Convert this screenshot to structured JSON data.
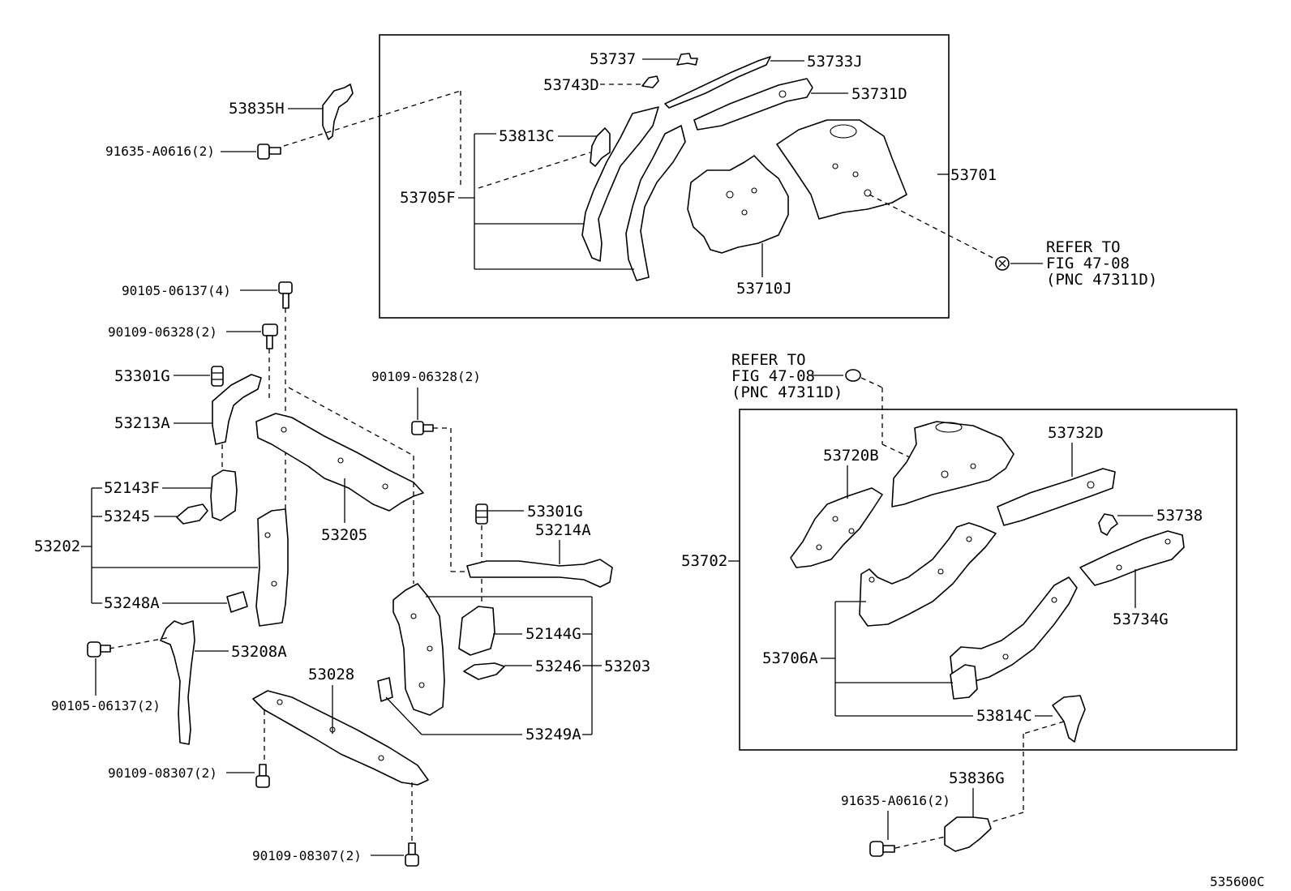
{
  "drawing_id": "535600C",
  "top_group": {
    "assembly": "53701",
    "parts": {
      "p53737": "53737",
      "p53733J": "53733J",
      "p53743D": "53743D",
      "p53731D": "53731D",
      "p53813C": "53813C",
      "p53705F": "53705F",
      "p53710J": "53710J"
    },
    "refer": {
      "line1": "REFER TO",
      "line2": "FIG 47-08",
      "line3": "(PNC 47311D)"
    }
  },
  "left_group": {
    "p53835H": "53835H",
    "b91635": "91635-A0616(2)",
    "b90105_4": "90105-06137(4)",
    "b90109_top": "90109-06328(2)",
    "p53301G_left": "53301G",
    "p53213A": "53213A",
    "p52143F": "52143F",
    "p53245": "53245",
    "p53202": "53202",
    "p53248A": "53248A",
    "p53208A": "53208A",
    "b90105_2": "90105-06137(2)",
    "p53205": "53205",
    "p53028": "53028",
    "b90109_08307_a": "90109-08307(2)",
    "b90109_08307_b": "90109-08307(2)"
  },
  "center_group": {
    "b90109_mid": "90109-06328(2)",
    "p53301G_right": "53301G",
    "p53214A": "53214A",
    "p52144G": "52144G",
    "p53246": "53246",
    "p53203": "53203",
    "p53249A": "53249A"
  },
  "right_group": {
    "assembly": "53702",
    "refer": {
      "line1": "REFER TO",
      "line2": "FIG 47-08",
      "line3": "(PNC 47311D)"
    },
    "parts": {
      "p53720B": "53720B",
      "p53732D": "53732D",
      "p53738": "53738",
      "p53734G": "53734G",
      "p53706A": "53706A",
      "p53814C": "53814C"
    },
    "p53836G": "53836G",
    "b91635": "91635-A0616(2)"
  }
}
